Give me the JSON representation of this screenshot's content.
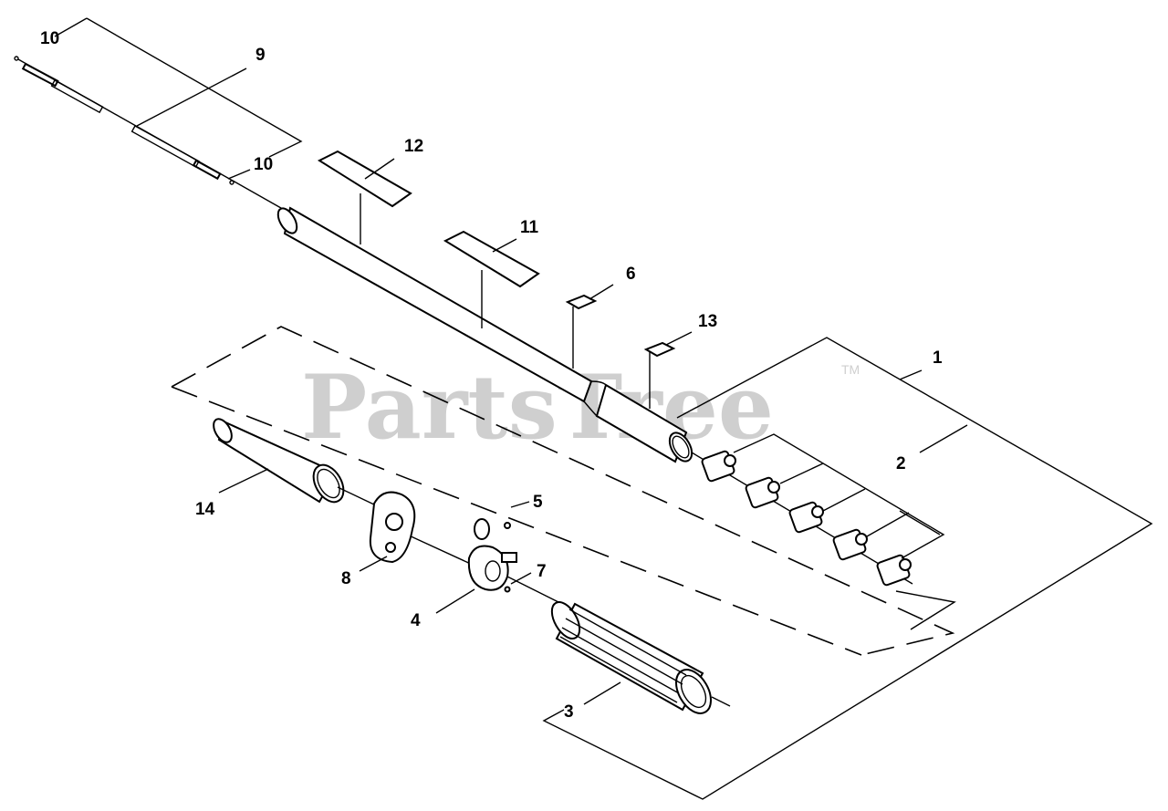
{
  "watermark": {
    "text": "PartsTree",
    "trademark": "TM"
  },
  "labels": {
    "p1": "1",
    "p2": "2",
    "p3": "3",
    "p4": "4",
    "p5": "5",
    "p6": "6",
    "p7": "7",
    "p8": "8",
    "p9": "9",
    "p10a": "10",
    "p10b": "10",
    "p11": "11",
    "p12": "12",
    "p13": "13",
    "p14": "14"
  }
}
